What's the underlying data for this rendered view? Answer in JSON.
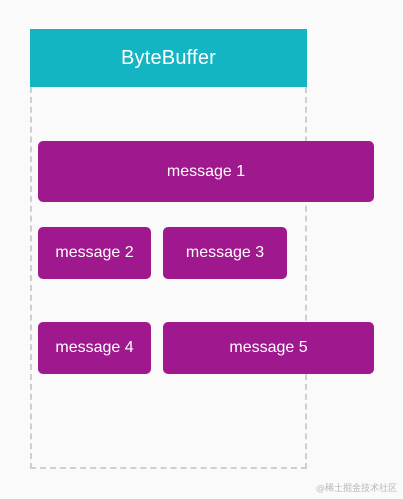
{
  "buffer": {
    "title": "ByteBuffer",
    "header_color": "#13b5c2",
    "border_color": "#cfcfcf"
  },
  "messages": [
    {
      "label": "message 1"
    },
    {
      "label": "message 2"
    },
    {
      "label": "message 3"
    },
    {
      "label": "message 4"
    },
    {
      "label": "message 5"
    }
  ],
  "message_color": "#a0188e",
  "watermark": "@稀土掘金技术社区"
}
